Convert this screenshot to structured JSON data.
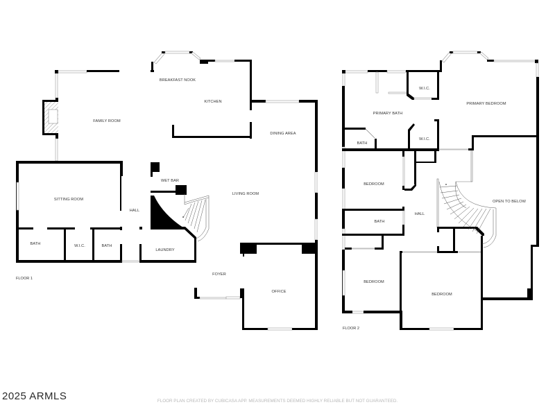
{
  "floor1": {
    "label": "FLOOR 1",
    "rooms": {
      "family_room": "FAMILY ROOM",
      "breakfast_nook": "BREAKFAST NOOK",
      "kitchen": "KITCHEN",
      "dining_area": "DINING AREA",
      "sitting_room": "SITTING ROOM",
      "wet_bar": "WET BAR",
      "living_room": "LIVING ROOM",
      "hall": "HALL",
      "bath_1": "BATH",
      "wic": "W.I.C.",
      "bath_2": "BATH",
      "laundry": "LAUNDRY",
      "foyer": "FOYER",
      "office": "OFFICE"
    }
  },
  "floor2": {
    "label": "FLOOR 2",
    "rooms": {
      "primary_bath": "PRIMARY BATH",
      "wic_1": "W.I.C.",
      "primary_bedroom": "PRIMARY BEDROOM",
      "bath_1": "BATH",
      "wic_2": "W.I.C.",
      "bedroom_1": "BEDROOM",
      "hall": "HALL",
      "open_to_below": "OPEN TO BELOW",
      "bath_2": "BATH",
      "bedroom_2": "BEDROOM",
      "bedroom_3": "BEDROOM"
    }
  },
  "footer": {
    "watermark": "2025 ARMLS",
    "credit": "FLOOR PLAN CREATED BY CUBICASA APP. MEASUREMENTS DEEMED HIGHLY RELIABLE BUT NOT GUARANTEED."
  }
}
